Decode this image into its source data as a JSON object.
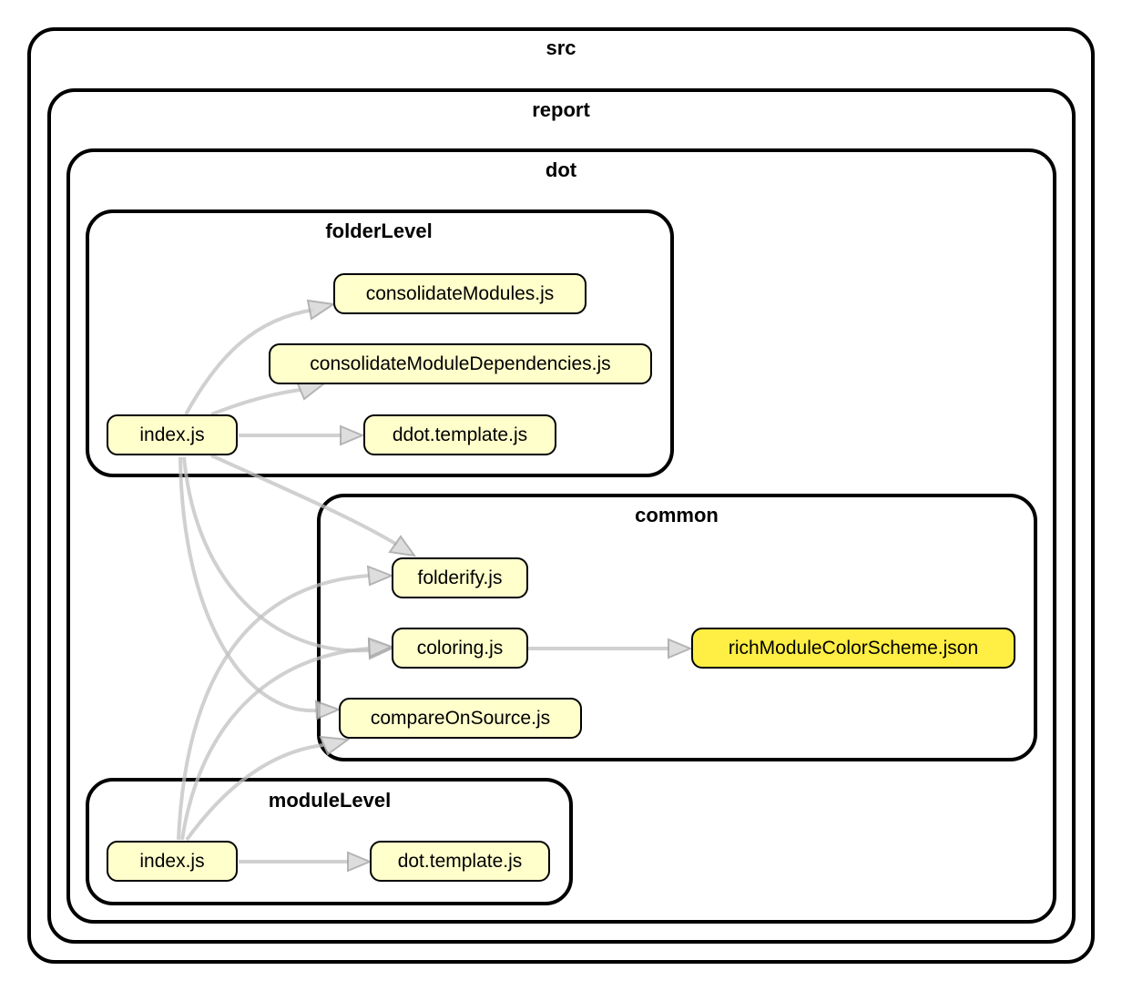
{
  "clusters": {
    "src": "src",
    "report": "report",
    "dot": "dot",
    "folderLevel": "folderLevel",
    "common": "common",
    "moduleLevel": "moduleLevel"
  },
  "nodes": {
    "folderlevel_index": "index.js",
    "consolidate_modules": "consolidateModules.js",
    "consolidate_module_deps": "consolidateModuleDependencies.js",
    "ddot_template": "ddot.template.js",
    "folderify": "folderify.js",
    "coloring": "coloring.js",
    "rich_color_scheme": "richModuleColorScheme.json",
    "compare_on_source": "compareOnSource.js",
    "modulelevel_index": "index.js",
    "dot_template": "dot.template.js"
  },
  "colors": {
    "node_fill": "#ffffcc",
    "json_node_fill": "#ffee44",
    "edge": "#c0c0c0",
    "border": "#000000"
  }
}
